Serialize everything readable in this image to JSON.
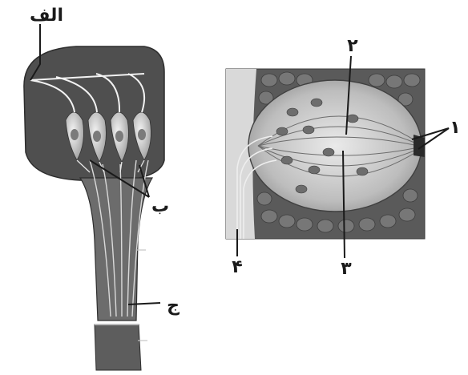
{
  "left_figure": {
    "labels": {
      "alef": "الف",
      "be": "ب",
      "jim": "ج"
    }
  },
  "right_figure": {
    "labels": {
      "one": "۱",
      "two": "۲",
      "three": "۳",
      "four": "۴"
    }
  },
  "colors": {
    "tissue": "#4a4a4a",
    "cell_light": "#d6d6d6",
    "line": "#1a1a1a"
  }
}
